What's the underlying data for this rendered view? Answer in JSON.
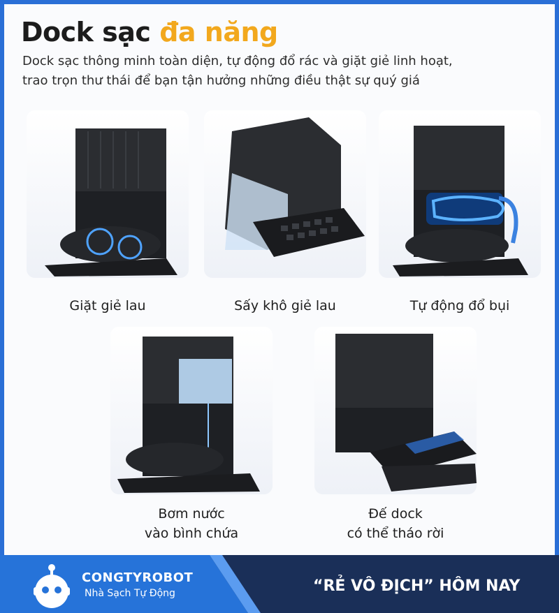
{
  "header": {
    "title_main": "Dock sạc ",
    "title_accent": "đa năng",
    "subtitle_line1": "Dock sạc thông minh toàn diện, tự động đổ rác và giặt giẻ linh hoạt,",
    "subtitle_line2": "trao trọn thư thái để bạn tận hưởng những điều thật sự quý giá"
  },
  "features": [
    {
      "label_line1": "Giặt giẻ lau",
      "label_line2": ""
    },
    {
      "label_line1": "Sấy khô giẻ lau",
      "label_line2": ""
    },
    {
      "label_line1": "Tự động đổ bụi",
      "label_line2": ""
    },
    {
      "label_line1": "Bơm nước",
      "label_line2": "vào bình chứa"
    },
    {
      "label_line1": "Đế dock",
      "label_line2": "có thể tháo rời"
    }
  ],
  "footer": {
    "brand": "CONGTYROBOT",
    "tagline": "Nhà Sạch Tự Động",
    "slogan": "“RẺ VÔ ĐỊCH” HÔM NAY"
  },
  "colors": {
    "accent": "#f2a81d",
    "frame": "#2a6fd6",
    "footer_dark": "#1a2f58",
    "footer_blue": "#2673d9"
  }
}
